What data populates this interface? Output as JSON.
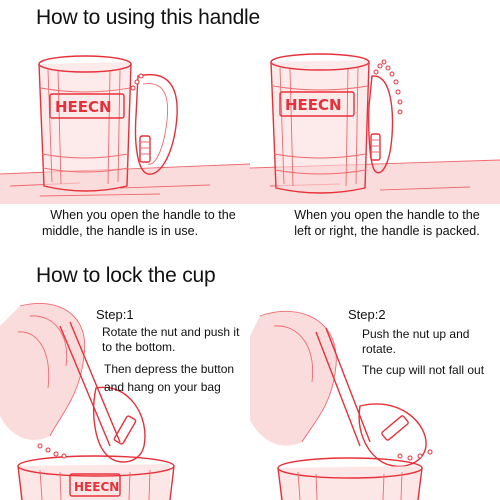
{
  "section1": {
    "heading": "How to using this handle",
    "left_caption": [
      "When you open the handle to the",
      "middle, the handle is in use."
    ],
    "right_caption": [
      "When you open the handle to the",
      "left or right, the handle is packed."
    ]
  },
  "section2": {
    "heading": "How to lock the cup",
    "step1": {
      "title": "Step:1",
      "lines": [
        "Rotate the nut and push it",
        "to the bottom.",
        "Then depress the button",
        "and hang on your bag"
      ]
    },
    "step2": {
      "title": "Step:2",
      "lines": [
        "Push the nut up and",
        "rotate.",
        "The cup will not fall out"
      ]
    }
  },
  "brand": "HEECN",
  "colors": {
    "line_art": "#e8303a",
    "shade": "#fbdcdc",
    "text": "#111111"
  }
}
